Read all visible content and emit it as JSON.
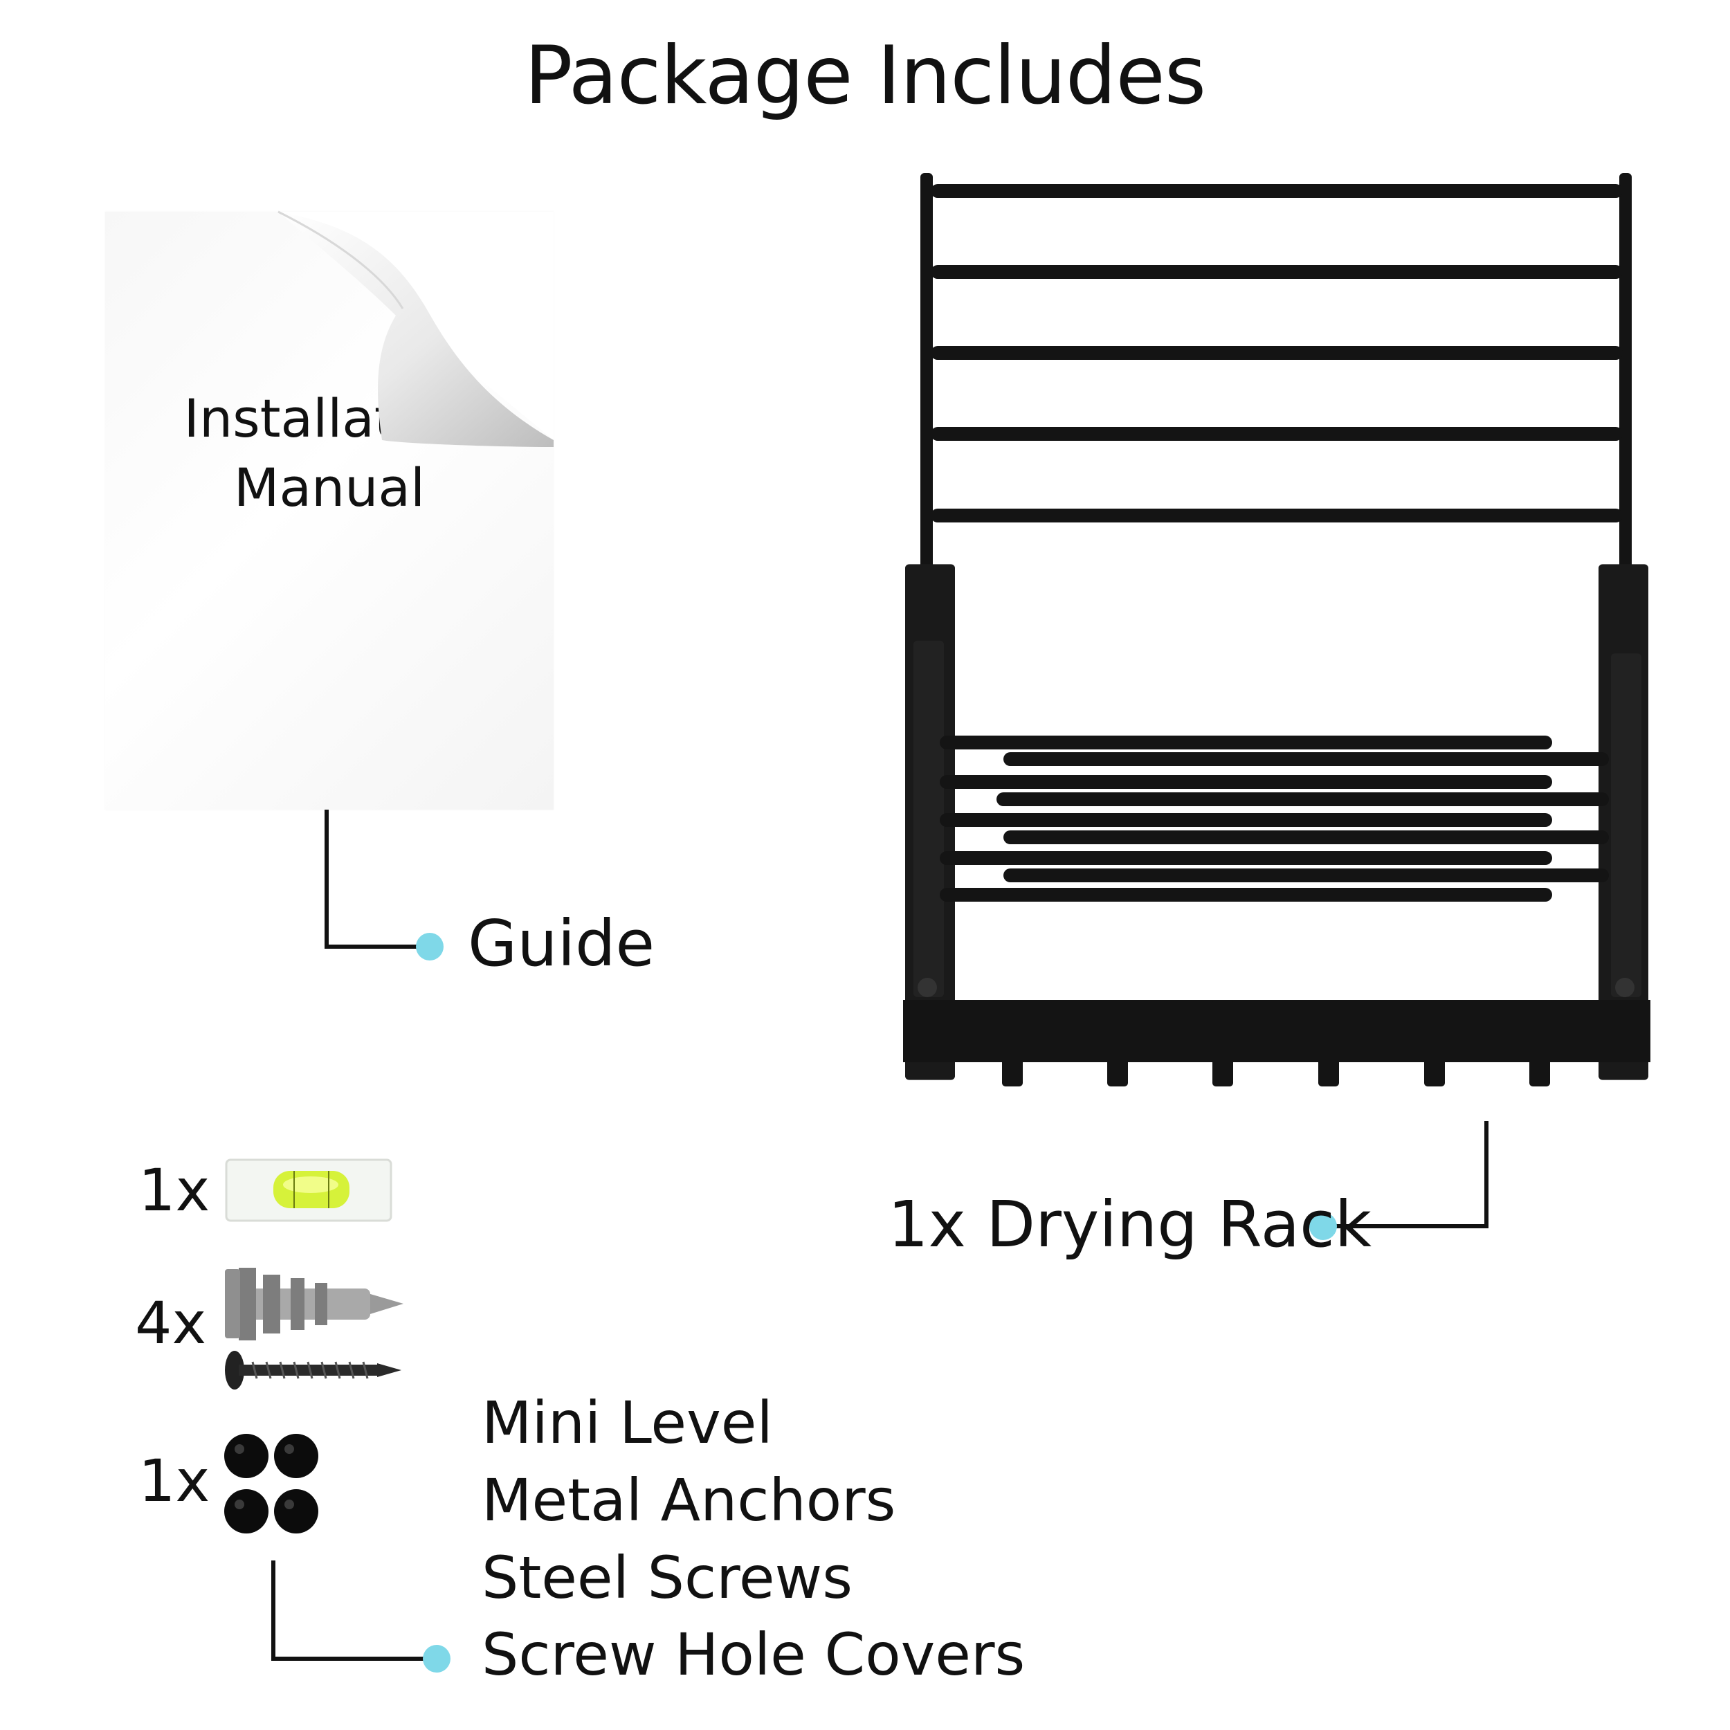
{
  "title": "Package Includes",
  "manual": {
    "line1": "Installation",
    "line2": "Manual"
  },
  "labels": {
    "guide": "Guide",
    "rack": "1x Drying Rack"
  },
  "quantities": {
    "level": "1x",
    "anchors": "4x",
    "covers": "1x"
  },
  "parts_list": [
    "Mini Level",
    "Metal Anchors",
    "Steel Screws",
    "Screw Hole Covers"
  ],
  "colors": {
    "accent": "#7fd8e8",
    "frame": "#111111",
    "level_fluid": "#d6f23a"
  }
}
